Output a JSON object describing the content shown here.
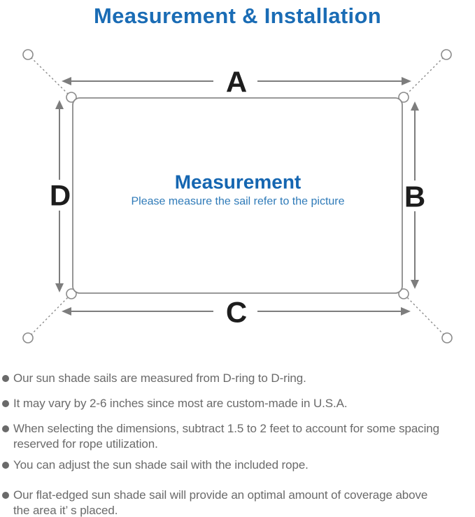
{
  "title": "Measurement & Installation",
  "diagram": {
    "label_a": "A",
    "label_b": "B",
    "label_c": "C",
    "label_d": "D",
    "center_title": "Measurement",
    "center_subtitle": "Please measure the sail refer to the picture"
  },
  "notes": [
    {
      "lines": [
        "Our sun shade sails are measured from D-ring to D-ring."
      ]
    },
    {
      "lines": [
        "It may vary by 2-6 inches since most are custom-made in U.S.A."
      ]
    },
    {
      "lines": [
        "When selecting the dimensions, subtract 1.5 to 2 feet to account for some spacing",
        "reserved for rope utilization."
      ]
    },
    {
      "lines": [
        "You can adjust the sun shade sail with the included rope."
      ]
    },
    {
      "lines": [
        "Our flat-edged sun shade sail will provide an optimal amount of coverage above",
        "the area it’ s placed."
      ]
    }
  ],
  "colors": {
    "title_blue": "#1a6cb5",
    "heading_blue": "#1566b1",
    "subtitle_blue": "#2e7ab8",
    "label_black": "#1d1d1d",
    "line_gray": "#7d7d7d",
    "outline_gray": "#8b8b8b",
    "note_text_gray": "#6a6a6a"
  }
}
